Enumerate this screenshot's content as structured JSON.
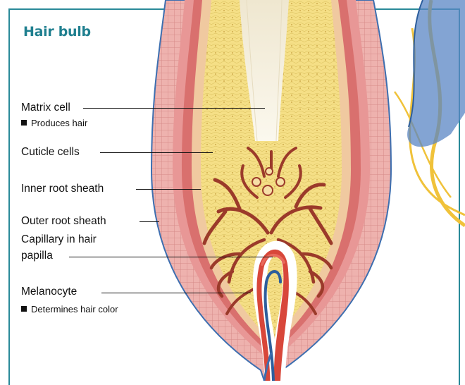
{
  "title": "Hair bulb",
  "labels": {
    "matrix_cell": "Matrix cell",
    "matrix_cell_note": "Produces hair",
    "cuticle_cells": "Cuticle cells",
    "inner_root_sheath": "Inner root sheath",
    "outer_root_sheath": "Outer root sheath",
    "capillary_line1": "Capillary in hair",
    "capillary_line2": "papilla",
    "melanocyte": "Melanocyte",
    "melanocyte_note": "Determines hair color"
  },
  "colors": {
    "frame": "#2a8a99",
    "title": "#1f7f8f",
    "outer_sheath": "#e8a8a8",
    "inner_sheath": "#d97a78",
    "matrix": "#f4e08c",
    "hair_shaft": "#f7f3e6",
    "melanocyte": "#9b3a2a",
    "artery": "#d8473a",
    "vein": "#2d5e9c",
    "nerve": "#f0c23a"
  }
}
